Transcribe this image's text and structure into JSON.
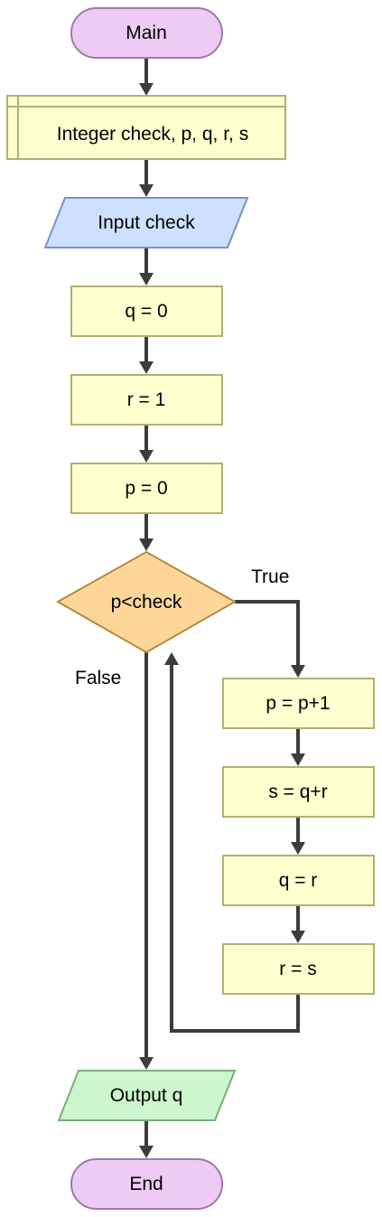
{
  "nodes": {
    "main": "Main",
    "declare": "Integer check, p, q, r, s",
    "input": "Input check",
    "q0": "q = 0",
    "r1": "r = 1",
    "p0": "p = 0",
    "decision": "p<check",
    "inc": "p = p+1",
    "sum": "s = q+r",
    "qr": "q = r",
    "rs": "r = s",
    "output": "Output q",
    "end": "End"
  },
  "edges": {
    "true_label": "True",
    "false_label": "False"
  },
  "colors": {
    "terminal": "#eecbf4",
    "process": "#ffffcf",
    "input": "#cfe0ff",
    "output": "#ccf6cc",
    "decision": "#ffd699",
    "arrow": "#3c3c3c"
  }
}
